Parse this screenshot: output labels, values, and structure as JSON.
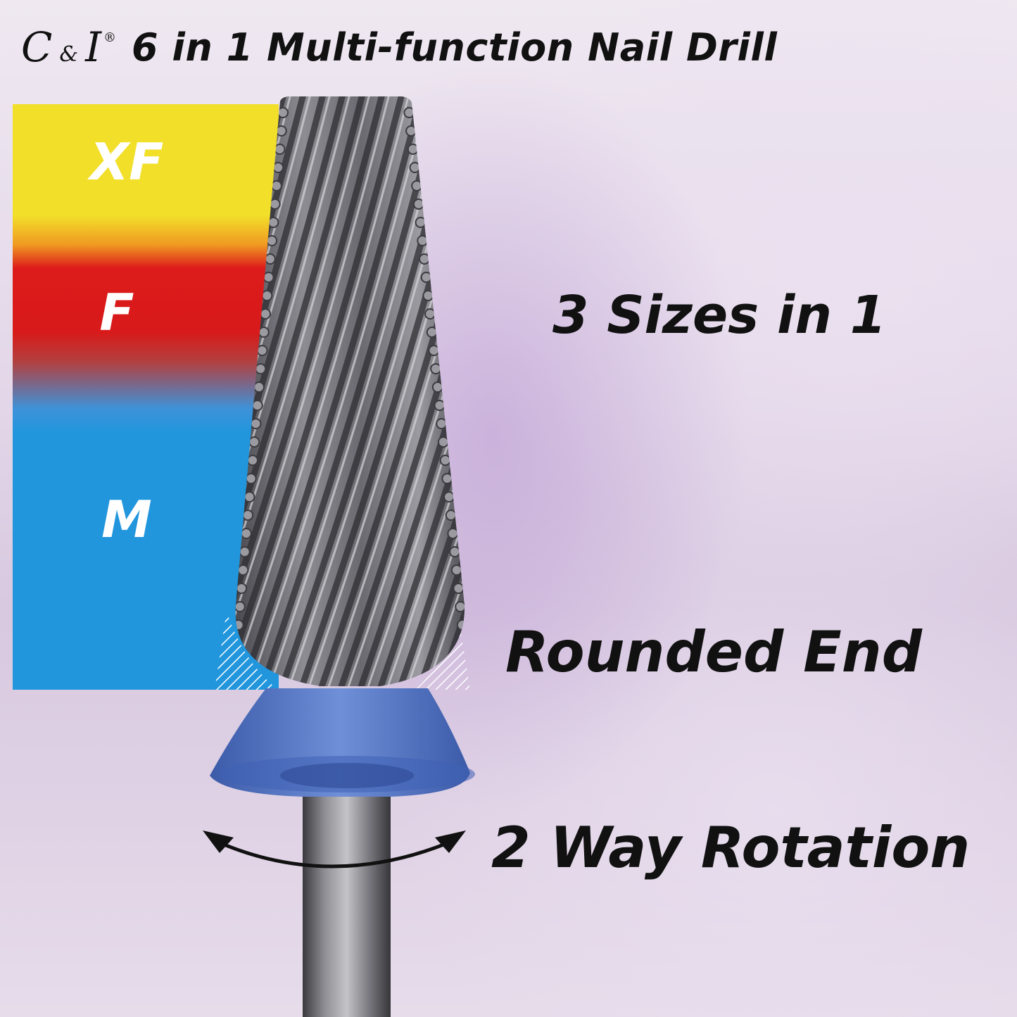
{
  "header": {
    "brand_c": "C",
    "brand_amp": "&",
    "brand_i": "I",
    "brand_reg": "®",
    "title": "6 in 1 Multi-function Nail Drill"
  },
  "grit_scale": {
    "labels": [
      "XF",
      "F",
      "M"
    ],
    "colors": [
      "#f2df2a",
      "#d81a1a",
      "#2196dd"
    ]
  },
  "features": {
    "sizes": "3 Sizes in 1",
    "rounded_end": "Rounded End",
    "rotation": "2 Way Rotation"
  },
  "product": {
    "collar_color": "#4f73c4"
  },
  "icons": [
    "double-arrow-rotation-icon"
  ]
}
